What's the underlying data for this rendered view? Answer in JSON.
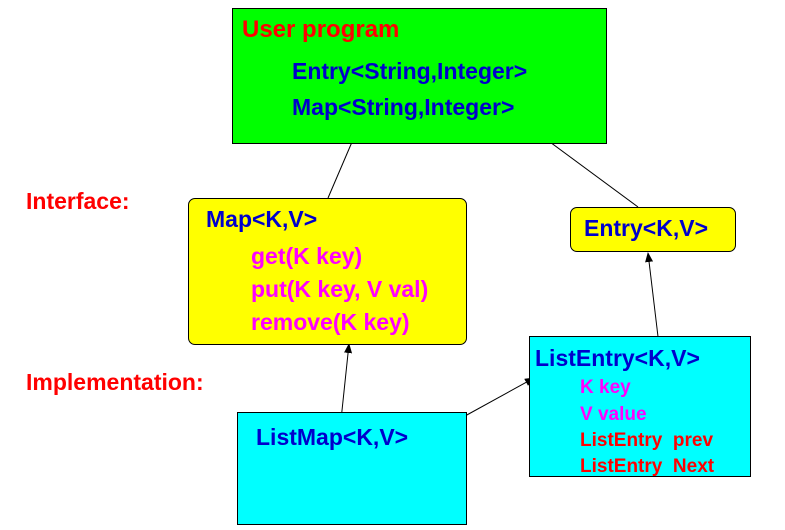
{
  "colors": {
    "red": "#ff0000",
    "blue": "#0000cc",
    "magenta": "#ff00ff",
    "green": "#00ff00",
    "yellow": "#ffff00",
    "cyan": "#00ffff"
  },
  "labels": {
    "interface": "Interface:",
    "implementation": "Implementation:"
  },
  "user_program": {
    "title": "User program",
    "lines": [
      "Entry<String,Integer>",
      "Map<String,Integer>"
    ]
  },
  "map_interface": {
    "title": "Map<K,V>",
    "methods": [
      "get(K key)",
      "put(K key, V val)",
      "remove(K key)"
    ]
  },
  "entry_interface": {
    "title": "Entry<K,V>"
  },
  "list_map": {
    "title": "ListMap<K,V>"
  },
  "list_entry": {
    "title": "ListEntry<K,V>",
    "fields": [
      "K key",
      "V value"
    ],
    "links": [
      "ListEntry  prev",
      "ListEntry  Next"
    ]
  }
}
